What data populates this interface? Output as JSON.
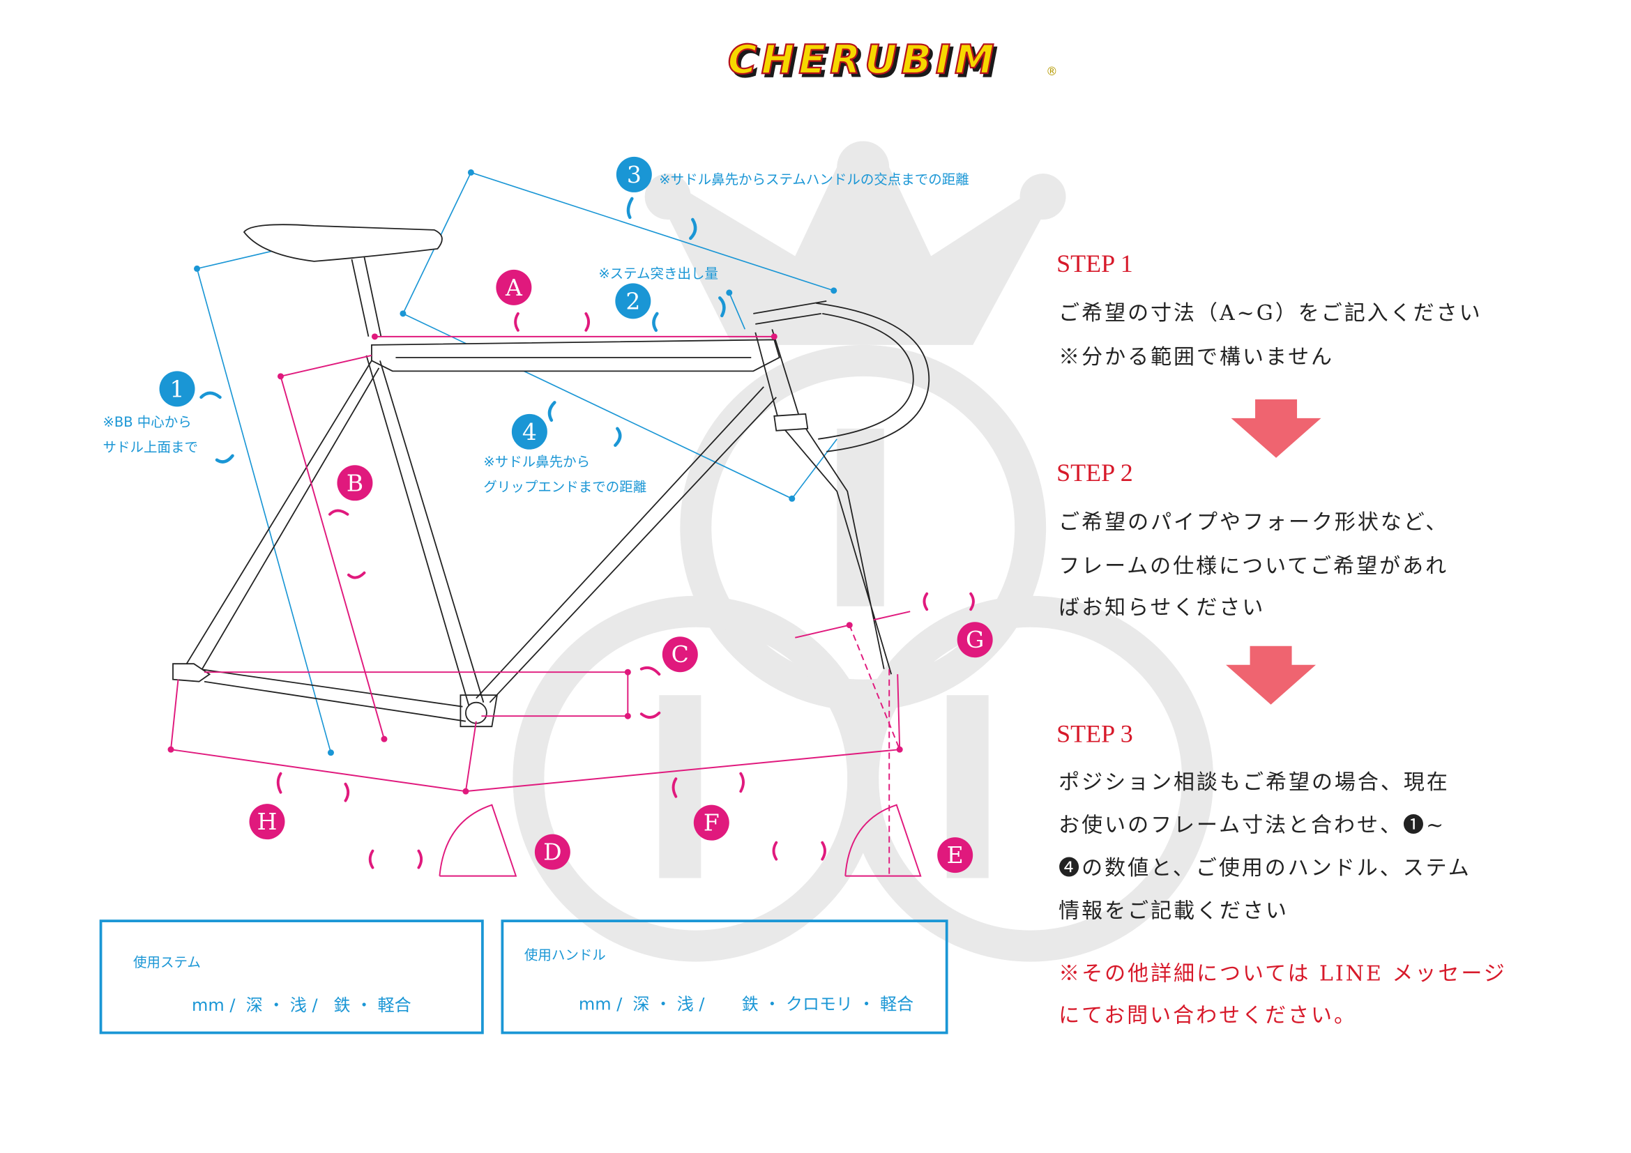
{
  "logo": {
    "text": "CHERUBIM",
    "mark": "®"
  },
  "colors": {
    "accent_blue": "#1a96d5",
    "accent_magenta": "#e0197d",
    "step_red": "#d7192a",
    "arrow": "#ef6470"
  },
  "diagram": {
    "badges_numbered": [
      "1",
      "2",
      "3",
      "4"
    ],
    "badges_lettered": [
      "A",
      "B",
      "C",
      "D",
      "E",
      "F",
      "G",
      "H"
    ],
    "notes": {
      "n1_line1": "※BB 中心から",
      "n1_line2": "サドル上面まで",
      "n2": "※ステム突き出し量",
      "n3": "※サドル鼻先からステムハンドルの交点までの距離",
      "n4_line1": "※サドル鼻先から",
      "n4_line2": "グリップエンドまでの距離"
    }
  },
  "steps": [
    {
      "title": "STEP 1",
      "lines": [
        "ご希望の寸法（A~G）をご記入ください",
        "※分かる範囲で構いません"
      ]
    },
    {
      "title": "STEP 2",
      "lines": [
        "ご希望のパイプやフォーク形状など、",
        "フレームの仕様についてご希望があれ",
        "ばお知らせください"
      ]
    },
    {
      "title": "STEP 3",
      "lines": [
        "ポジション相談もご希望の場合、現在",
        "お使いのフレーム寸法と合わせ、❶~",
        "❹の数値と、ご使用のハンドル、ステム",
        "情報をご記載ください"
      ]
    }
  ],
  "footer_note": [
    "※その他詳細については LINE メッセージ",
    "にてお問い合わせください。"
  ],
  "stem_box": {
    "label": "使用ステム",
    "values": "mm /  深 ・ 浅 /   鉄 ・ 軽合"
  },
  "handle_box": {
    "label": "使用ハンドル",
    "values": "mm /  深 ・ 浅 /       鉄 ・ クロモリ ・ 軽合"
  }
}
